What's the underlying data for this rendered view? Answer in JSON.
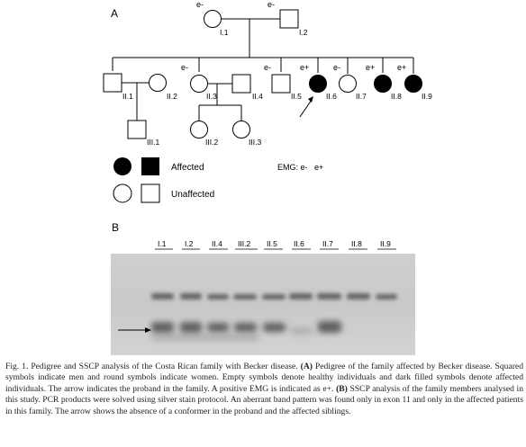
{
  "panel_a": {
    "label": "A",
    "individuals": {
      "I1": {
        "id": "I.1",
        "emg": "e-"
      },
      "I2": {
        "id": "I.2",
        "emg": "e-"
      },
      "II1": {
        "id": "II.1"
      },
      "II2": {
        "id": "II.2"
      },
      "II3": {
        "id": "II.3",
        "emg": "e-"
      },
      "II4": {
        "id": "II.4"
      },
      "II5": {
        "id": "II.5",
        "emg": "e-"
      },
      "II6": {
        "id": "II.6",
        "emg": "e+"
      },
      "II7": {
        "id": "II.7",
        "emg": "e-"
      },
      "II8": {
        "id": "II.8",
        "emg": "e+"
      },
      "II9": {
        "id": "II.9",
        "emg": "e+"
      },
      "III1": {
        "id": "III.1"
      },
      "III2": {
        "id": "III.2"
      },
      "III3": {
        "id": "III.3"
      }
    },
    "legend": {
      "affected": "Affected",
      "unaffected": "Unaffected",
      "emg": "EMG: e-   e+"
    }
  },
  "panel_b": {
    "label": "B",
    "lanes": [
      "I.1",
      "I.2",
      "II.4",
      "III.2",
      "II.5",
      "II.6",
      "II.7",
      "II.8",
      "II.9"
    ]
  },
  "caption": {
    "prefix": "Fig. 1. Pedigree and SSCP analysis of the Costa Rican family with Becker disease. ",
    "a_label": "(A)",
    "a_text": " Pedigree of the family affected by Becker disease. Squared symbols indicate men and round symbols indicate women. Empty symbols denote healthy individuals and dark filled symbols denote affected individuals. The arrow indicates the proband in the family. A positive EMG is indicated as e+. ",
    "b_label": "(B)",
    "b_text": " SSCP analysis of the family members analysed in this study. PCR products were solved using silver stain protocol. An aberrant band pattern was found only in exon 11 and only in the affected patients in this family. The arrow shows the absence of a conformer in the proband and the affected siblings."
  }
}
